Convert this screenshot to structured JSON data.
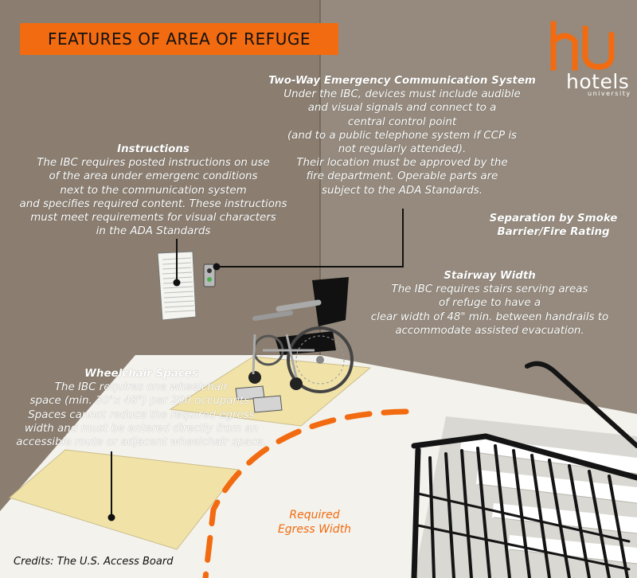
{
  "title": "FEATURES OF AREA OF REFUGE",
  "logo": {
    "name": "hotels",
    "sub": "university"
  },
  "colors": {
    "accent": "#f26b10",
    "wall": "#8a7d6f",
    "floor": "#f2f1ec",
    "refuge_zone": "#f2e2a6"
  },
  "two_way": {
    "heading": "Two-Way Emergency Communication System",
    "lines": [
      "Under the IBC, devices must include audible",
      "and visual signals and connect to a",
      "central control point",
      "(and to a public telephone system if CCP is",
      "not regularly attended).",
      "Their location must be approved by the",
      "fire department. Operable parts are",
      "subject to the ADA Standards."
    ]
  },
  "instructions": {
    "heading": "Instructions",
    "lines": [
      "The IBC requires posted instructions on use",
      "of the area under emergenc conditions",
      "next to the communication system",
      "and specifies required content. These instructions",
      "must meet requirements for visual characters",
      "in the ADA Standards"
    ]
  },
  "separation": {
    "lines": [
      "Separation by Smoke",
      "Barrier/Fire Rating"
    ]
  },
  "stairway": {
    "heading": "Stairway Width",
    "lines": [
      "The IBC requires stairs serving areas",
      "of refuge to have a",
      "clear width of 48\" min. between handrails to",
      "accommodate assisted evacuation."
    ]
  },
  "wheelchair": {
    "heading": "Wheelchair Spaces",
    "lines": [
      "The IBC requires one wheelchair",
      "space (min. 30\"x 48\") per 200 occupants.",
      "Spaces cannot reduce the required egress",
      "width and must be entered directly from an",
      "accessible route or adjacent wheelchair space."
    ]
  },
  "egress": {
    "lines": [
      "Required",
      "Egress Width"
    ]
  },
  "credits": "Credits: The U.S. Access Board"
}
